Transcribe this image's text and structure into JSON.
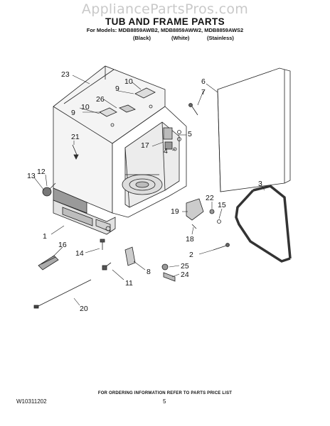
{
  "watermark": "AppliancePartsPros.com",
  "header": {
    "title": "TUB AND FRAME PARTS",
    "models_line": "For Models: MDB8859AWB2, MDB8859AWW2, MDB8859AWS2",
    "variants": [
      "(Black)",
      "(White)",
      "(Stainless)"
    ]
  },
  "callouts": {
    "c1": "1",
    "c2": "2",
    "c3": "3",
    "c4": "4",
    "c5": "5",
    "c6": "6",
    "c7": "7",
    "c8": "8",
    "c9a": "9",
    "c9b": "9",
    "c10a": "10",
    "c10b": "10",
    "c11": "11",
    "c12": "12",
    "c13": "13",
    "c14": "14",
    "c15": "15",
    "c16": "16",
    "c17": "17",
    "c18": "18",
    "c19": "19",
    "c20": "20",
    "c21": "21",
    "c22": "22",
    "c23": "23",
    "c24": "24",
    "c25": "25",
    "c26": "26"
  },
  "footer": {
    "note": "FOR ORDERING INFORMATION REFER TO PARTS PRICE LIST",
    "doc_number": "W10311202",
    "page_number": "5"
  }
}
